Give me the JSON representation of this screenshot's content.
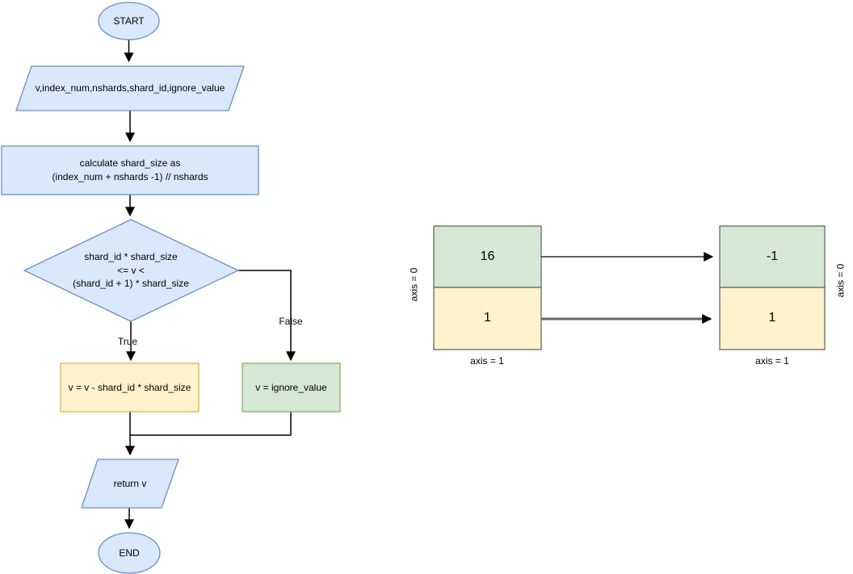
{
  "diagram": {
    "flowchart": {
      "start_label": "START",
      "input_label": "v,index_num,nshards,shard_id,ignore_value",
      "process_label": "calculate shard_size as\n(index_num + nshards -1) // nshards",
      "decision_label": "shard_id * shard_size\n<= v <\n(shard_id + 1) * shard_size",
      "true_branch_label": "True",
      "false_branch_label": "False",
      "true_action_label": "v = v - shard_id * shard_size",
      "false_action_label": "v = ignore_value",
      "return_label": "return v",
      "end_label": "END"
    },
    "matrix_left": {
      "cell_top": "16",
      "cell_bottom": "1",
      "axis0_label": "axis = 0",
      "axis1_label": "axis = 1"
    },
    "matrix_right": {
      "cell_top": "-1",
      "cell_bottom": "1",
      "axis0_label": "axis = 0",
      "axis1_label": "axis = 1"
    },
    "colors": {
      "blue_fill": "#dae8fc",
      "blue_stroke": "#6c8ebf",
      "yellow_fill": "#fff2cc",
      "yellow_stroke": "#d6b656",
      "green_fill": "#d5e8d4",
      "green_stroke": "#82b366",
      "matrix_cell_border": "#666666",
      "thick_arrow_color": "#666666",
      "line_color": "#000000"
    }
  }
}
